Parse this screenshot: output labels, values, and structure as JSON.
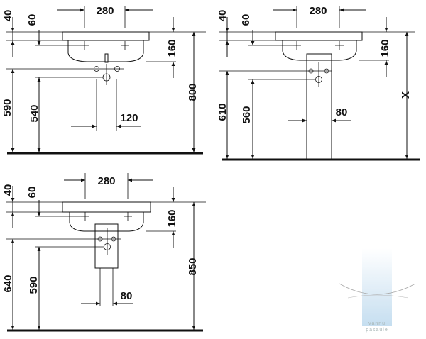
{
  "views": [
    {
      "id": "wall-hung",
      "dims": {
        "top_40": "40",
        "top_60": "60",
        "width_280": "280",
        "depth_160": "160",
        "h_590": "590",
        "h_540": "540",
        "h_800": "800",
        "w_120": "120"
      }
    },
    {
      "id": "with-pedestal",
      "dims": {
        "top_40": "40",
        "top_60": "60",
        "width_280": "280",
        "depth_160": "160",
        "h_610": "610",
        "h_560": "560",
        "w_80": "80",
        "h_x": "X"
      }
    },
    {
      "id": "with-semi-pedestal",
      "dims": {
        "top_40": "40",
        "top_60": "60",
        "width_280": "280",
        "depth_160": "160",
        "h_640": "640",
        "h_590": "590",
        "w_80": "80",
        "h_850": "850"
      }
    }
  ],
  "watermark": {
    "line1": "vannu",
    "line2": "pasaule"
  }
}
